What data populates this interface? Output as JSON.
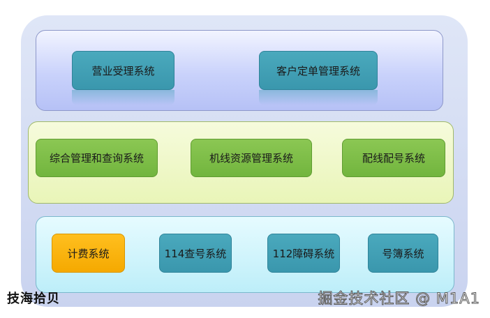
{
  "layers": {
    "top": {
      "boxes": [
        "营业受理系统",
        "客户定单管理系统"
      ]
    },
    "middle": {
      "boxes": [
        "综合管理和查询系统",
        "机线资源管理系统",
        "配线配号系统"
      ]
    },
    "bottom": {
      "boxes": [
        "计费系统",
        "114查号系统",
        "112障碍系统",
        "号簿系统"
      ]
    }
  },
  "watermarks": {
    "left": "技海拾贝",
    "right": "掘金技术社区 @ M1A1"
  },
  "colors": {
    "frame": "#c9d3ef",
    "top_layer": "#c9d2fb",
    "middle_layer": "#e9f5b8",
    "bottom_layer": "#bdeef9",
    "teal_box": "#3a97ad",
    "green_box": "#72b53e",
    "orange_box": "#f5a900"
  }
}
